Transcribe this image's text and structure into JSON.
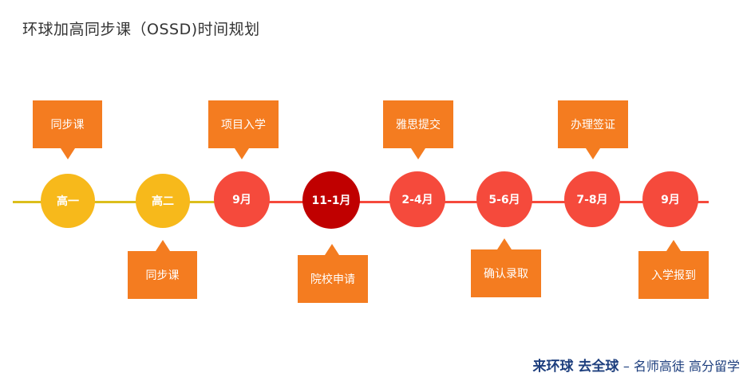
{
  "title": "环球加高同步课（OSSD)时间规划",
  "colors": {
    "yellow": "#f7b91b",
    "orange_red": "#f54a3c",
    "dark_red": "#c00000",
    "box": "#f47c20",
    "brand": "#1e3f7e"
  },
  "timeline": [
    {
      "label": "高一",
      "color": "#f7b91b",
      "callout": "同步课",
      "callout_pos": "above"
    },
    {
      "label": "高二",
      "color": "#f7b91b",
      "callout": "同步课",
      "callout_pos": "below"
    },
    {
      "label": "9月",
      "color": "#f54a3c",
      "callout": "项目入学",
      "callout_pos": "above"
    },
    {
      "label": "11-1月",
      "color": "#c00000",
      "callout": "院校申请",
      "callout_pos": "below"
    },
    {
      "label": "2-4月",
      "color": "#f54a3c",
      "callout": "雅思提交",
      "callout_pos": "above"
    },
    {
      "label": "5-6月",
      "color": "#f54a3c",
      "callout": "确认录取",
      "callout_pos": "below"
    },
    {
      "label": "7-8月",
      "color": "#f54a3c",
      "callout": "办理签证",
      "callout_pos": "above"
    },
    {
      "label": "9月",
      "color": "#f54a3c",
      "callout": "入学报到",
      "callout_pos": "below"
    }
  ],
  "footer": {
    "brand": "来环球 去全球",
    "sub": "– 名师高徒 高分留学"
  }
}
